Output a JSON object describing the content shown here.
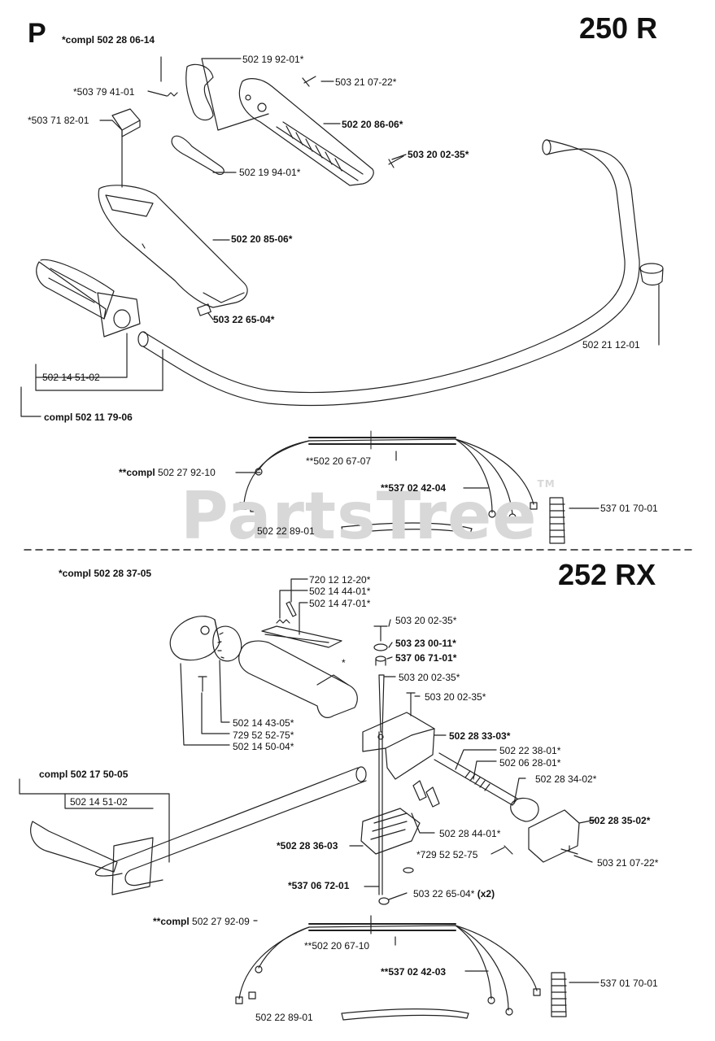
{
  "colors": {
    "line": "#222222",
    "watermark": "#d8d8d8",
    "background": "#ffffff"
  },
  "header": {
    "section_letter": "P",
    "top_model": "250 R",
    "top_kit_prefix": "*compl",
    "top_kit": "502 28 06-14",
    "bottom_model": "252 RX",
    "bottom_kit_prefix": "*compl",
    "bottom_kit": "502 28 37-05"
  },
  "watermark": {
    "text": "PartsTree",
    "tm": "TM"
  },
  "top_labels": [
    {
      "id": "p1",
      "text": "502 19 92-01*",
      "bold": false
    },
    {
      "id": "p2",
      "text": "503 21 07-22*",
      "bold": false
    },
    {
      "id": "p3",
      "text": "*503 79 41-01",
      "bold": false
    },
    {
      "id": "p4",
      "text": "*503 71 82-01",
      "bold": false
    },
    {
      "id": "p5",
      "text": "502 20 86-06*",
      "bold": true
    },
    {
      "id": "p6",
      "text": "503 20 02-35*",
      "bold": true
    },
    {
      "id": "p7",
      "text": "502 19 94-01*",
      "bold": false
    },
    {
      "id": "p8",
      "text": "502 20 85-06*",
      "bold": true
    },
    {
      "id": "p9",
      "text": "503 22 65-04*",
      "bold": true
    },
    {
      "id": "p10",
      "text": "502 21 12-01",
      "bold": false
    },
    {
      "id": "p11",
      "text": "502 14 51-02",
      "bold": false
    },
    {
      "id": "p12",
      "text": "compl 502 11 79-06",
      "bold": true
    },
    {
      "id": "p13",
      "text": "**502 20 67-07",
      "bold": false
    },
    {
      "id": "p14a",
      "text": "**compl",
      "bold": true
    },
    {
      "id": "p14b",
      "text": "502 27 92-10",
      "bold": false
    },
    {
      "id": "p15",
      "text": "**537 02 42-04",
      "bold": true
    },
    {
      "id": "p16",
      "text": "537 01 70-01",
      "bold": false
    },
    {
      "id": "p17",
      "text": "502 22 89-01",
      "bold": false
    }
  ],
  "bottom_labels": [
    {
      "id": "q1",
      "text": "720 12 12-20*",
      "bold": false
    },
    {
      "id": "q2",
      "text": "502 14 44-01*",
      "bold": false
    },
    {
      "id": "q3",
      "text": "502 14 47-01*",
      "bold": false
    },
    {
      "id": "q4",
      "text": "503 20 02-35*",
      "bold": false
    },
    {
      "id": "q5",
      "text": "503 23 00-11*",
      "bold": true
    },
    {
      "id": "q6",
      "text": "537 06 71-01*",
      "bold": true
    },
    {
      "id": "q7",
      "text": "503 20 02-35*",
      "bold": false
    },
    {
      "id": "q8",
      "text": "503 20 02-35*",
      "bold": false
    },
    {
      "id": "q9",
      "text": "*",
      "bold": false
    },
    {
      "id": "q10",
      "text": "502 14 43-05*",
      "bold": false
    },
    {
      "id": "q11",
      "text": "729 52 52-75*",
      "bold": false
    },
    {
      "id": "q12",
      "text": "502 14 50-04*",
      "bold": false
    },
    {
      "id": "q13",
      "text": "502 28 33-03*",
      "bold": true
    },
    {
      "id": "q14",
      "text": "502 22 38-01*",
      "bold": false
    },
    {
      "id": "q15",
      "text": "502 06 28-01*",
      "bold": false
    },
    {
      "id": "q16",
      "text": "502 28 34-02*",
      "bold": false
    },
    {
      "id": "q17",
      "text": "compl 502 17 50-05",
      "bold": true
    },
    {
      "id": "q18",
      "text": "502 14 51-02",
      "bold": false
    },
    {
      "id": "q19",
      "text": "502 28 44-01*",
      "bold": false
    },
    {
      "id": "q20",
      "text": "502 28 35-02*",
      "bold": true
    },
    {
      "id": "q21",
      "text": "*502 28 36-03",
      "bold": true
    },
    {
      "id": "q22",
      "text": "*729 52 52-75",
      "bold": false
    },
    {
      "id": "q23",
      "text": "503 21 07-22*",
      "bold": false
    },
    {
      "id": "q24",
      "text": "*537 06 72-01",
      "bold": true
    },
    {
      "id": "q25a",
      "text": "503 22 65-04*",
      "bold": false
    },
    {
      "id": "q25b",
      "text": "(x2)",
      "bold": true
    },
    {
      "id": "q26a",
      "text": "**compl",
      "bold": true
    },
    {
      "id": "q26b",
      "text": "502 27 92-09",
      "bold": false
    },
    {
      "id": "q27",
      "text": "**502 20 67-10",
      "bold": false
    },
    {
      "id": "q28",
      "text": "**537 02 42-03",
      "bold": true
    },
    {
      "id": "q29",
      "text": "537 01 70-01",
      "bold": false
    },
    {
      "id": "q30",
      "text": "502 22 89-01",
      "bold": false
    }
  ]
}
